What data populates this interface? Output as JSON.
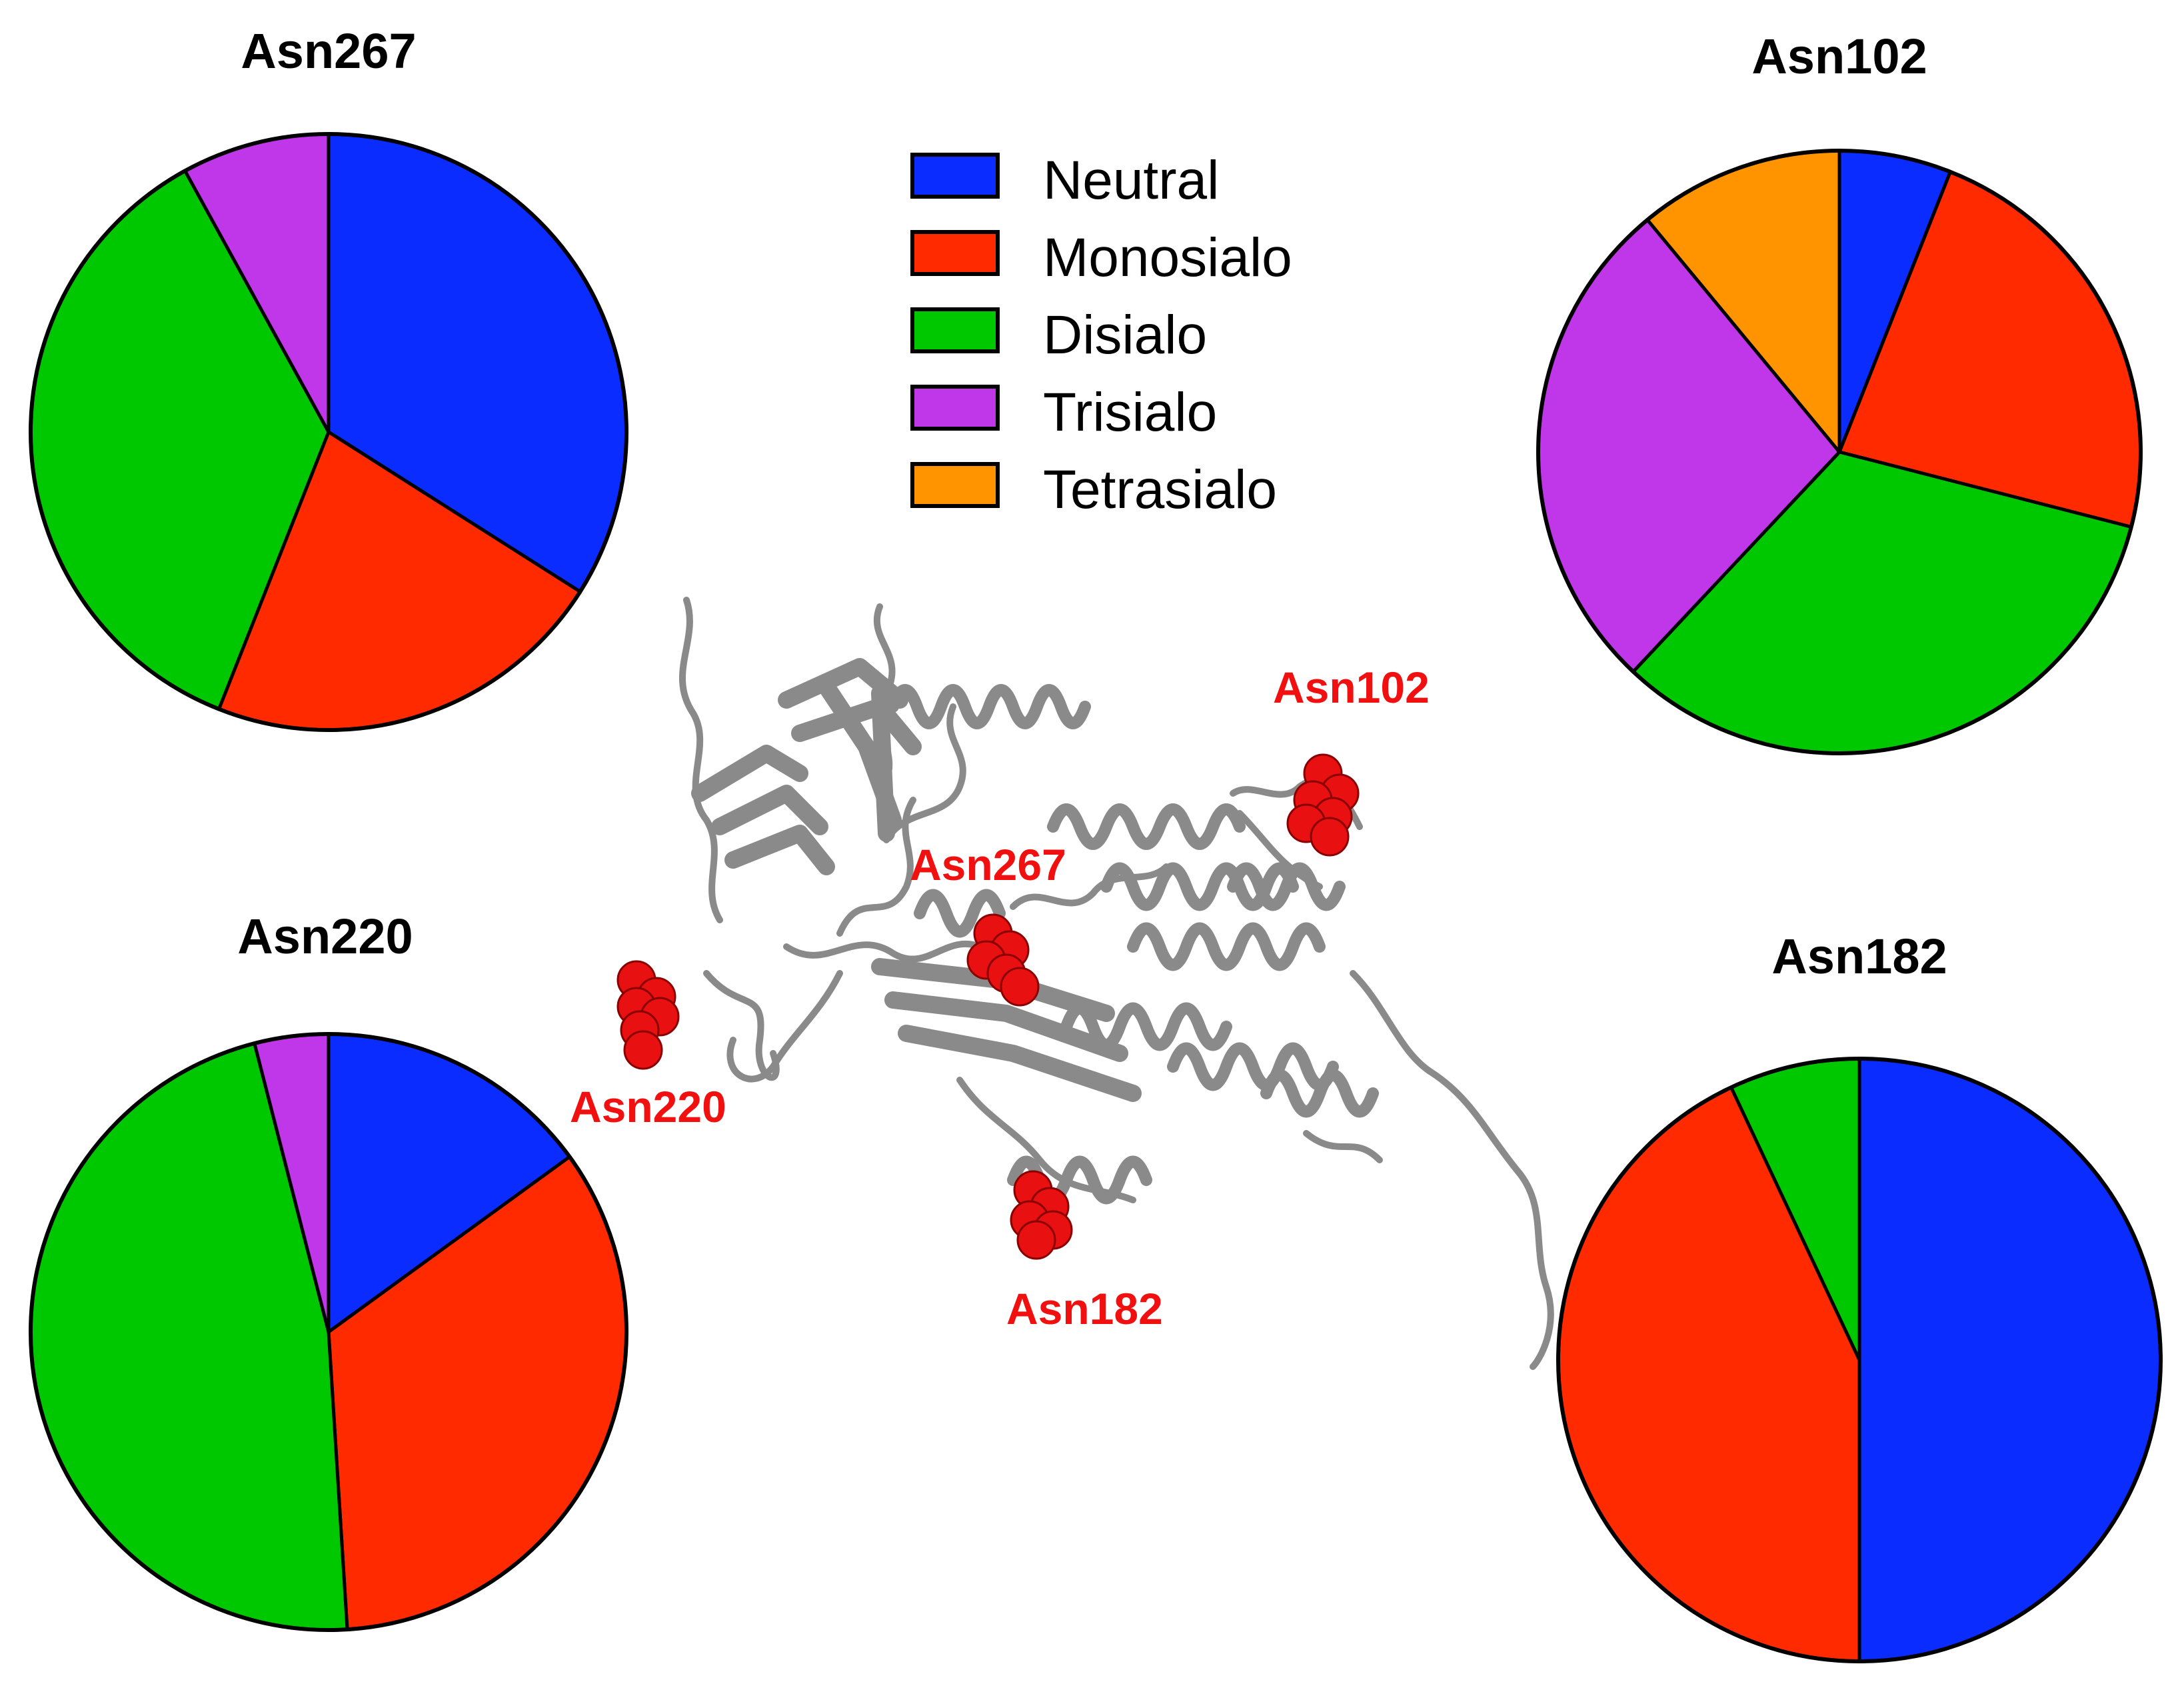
{
  "categories": [
    "Neutral",
    "Monosialo",
    "Disialo",
    "Trisialo",
    "Tetrasialo"
  ],
  "colors": {
    "Neutral": "#0a2cff",
    "Monosialo": "#ff2a00",
    "Disialo": "#00c800",
    "Trisialo": "#bf37e8",
    "Tetrasialo": "#ff9400",
    "site_label": "#f01010",
    "protein": "#8a8a8a"
  },
  "chart_data": [
    {
      "type": "pie",
      "title": "Asn267",
      "categories": [
        "Neutral",
        "Monosialo",
        "Disialo",
        "Trisialo"
      ],
      "values": [
        34,
        22,
        36,
        8
      ]
    },
    {
      "type": "pie",
      "title": "Asn102",
      "categories": [
        "Neutral",
        "Monosialo",
        "Disialo",
        "Trisialo",
        "Tetrasialo"
      ],
      "values": [
        6,
        23,
        33,
        27,
        11
      ]
    },
    {
      "type": "pie",
      "title": "Asn220",
      "categories": [
        "Neutral",
        "Monosialo",
        "Disialo",
        "Trisialo"
      ],
      "values": [
        15,
        34,
        47,
        4
      ]
    },
    {
      "type": "pie",
      "title": "Asn182",
      "categories": [
        "Neutral",
        "Monosialo",
        "Disialo"
      ],
      "values": [
        50,
        43,
        7
      ]
    }
  ],
  "structure": {
    "icon": "protein-ribbon-structure",
    "site_labels": [
      "Asn102",
      "Asn267",
      "Asn220",
      "Asn182"
    ]
  }
}
